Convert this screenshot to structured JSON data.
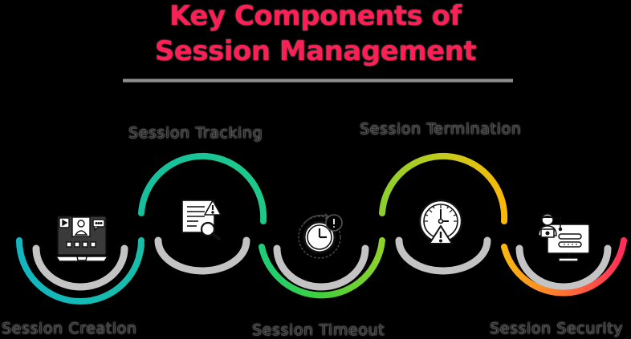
{
  "header": {
    "title_line1": "Key Components of",
    "title_line2": "Session Management"
  },
  "colors": {
    "title": "#ff1f55",
    "arc_gradient": [
      "#12b6c0",
      "#1dc98f",
      "#2bd05a",
      "#8fd12a",
      "#f5b50a",
      "#ff7a30",
      "#ff2d5a"
    ],
    "shadow": "#d9d9d9",
    "label_text": "#2e2e2e"
  },
  "components": [
    {
      "label": "Session Creation",
      "icon": "laptop-video-call-icon",
      "position": "bottom"
    },
    {
      "label": "Session Tracking",
      "icon": "document-search-warning-icon",
      "position": "top"
    },
    {
      "label": "Session Timeout",
      "icon": "clock-timeout-icon",
      "position": "bottom"
    },
    {
      "label": "Session Termination",
      "icon": "gauge-warning-icon",
      "position": "top"
    },
    {
      "label": "Session Security",
      "icon": "hacker-monitor-lock-icon",
      "position": "bottom"
    }
  ]
}
